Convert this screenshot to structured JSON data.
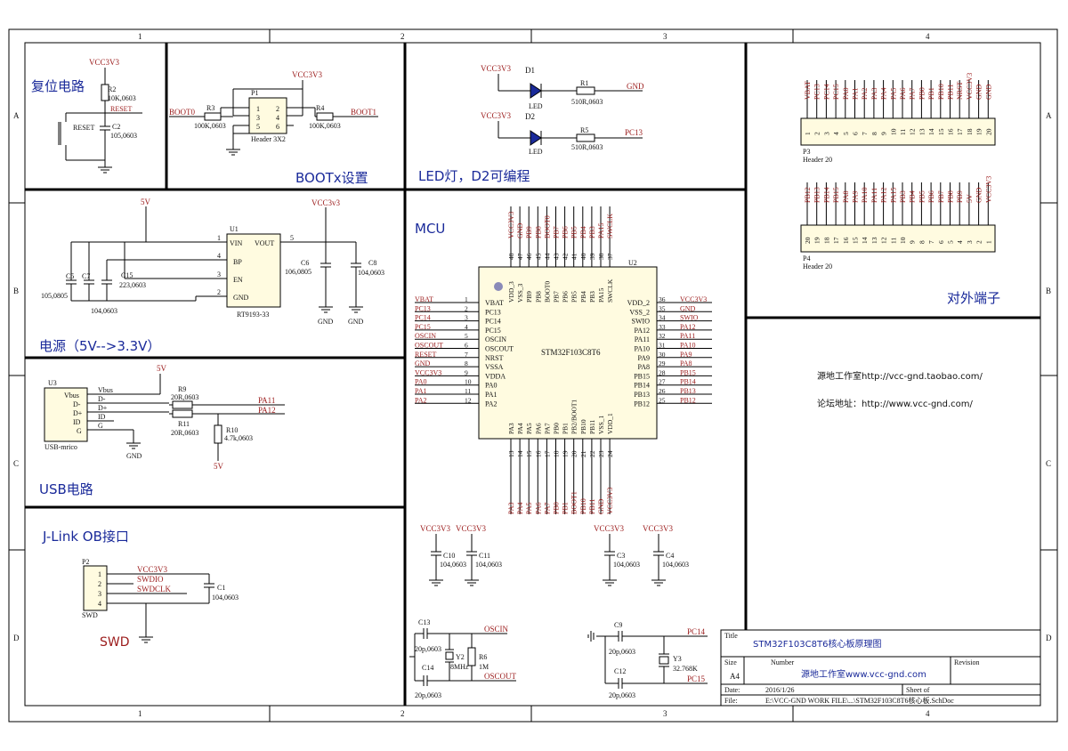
{
  "frame": {
    "columns": [
      "1",
      "2",
      "3",
      "4"
    ],
    "rows": [
      "A",
      "B",
      "C",
      "D"
    ]
  },
  "sections": {
    "reset": "复位电路",
    "boot": "BOOTx设置",
    "led": "LED灯，D2可编程",
    "mcu": "MCU",
    "power": "电源（5V-->3.3V）",
    "usb": "USB电路",
    "jlink": "J-Link OB接口",
    "ext": "对外端子"
  },
  "reset": {
    "vcc": "VCC3V3",
    "r": "R2",
    "rv": "10K,0603",
    "net": "RESET",
    "btn": "RESET",
    "c": "C2",
    "cv": "105,0603"
  },
  "boot": {
    "vcc": "VCC3V3",
    "p1": "P1",
    "p1v": "Header 3X2",
    "pins": [
      "1",
      "2",
      "3",
      "4",
      "5",
      "6"
    ],
    "r3": "R3",
    "r3v": "100K,0603",
    "r4": "R4",
    "r4v": "100K,0603",
    "boot0": "BOOT0",
    "boot1": "BOOT1"
  },
  "led": {
    "vcc1": "VCC3V3",
    "d1": "D1",
    "l1": "LED",
    "r1": "R1",
    "r1v": "510R,0603",
    "gnd": "GND",
    "vcc2": "VCC3V3",
    "d2": "D2",
    "l2": "LED",
    "r5": "R5",
    "r5v": "510R,0603",
    "pc13": "PC13"
  },
  "power": {
    "in": "5V",
    "out": "VCC3v3",
    "u1": "U1",
    "u1v": "RT9193-33",
    "pins": [
      "VIN",
      "VOUT",
      "BP",
      "EN",
      "GND"
    ],
    "pnum": [
      "1",
      "5",
      "4",
      "3",
      "2"
    ],
    "c5": "C5",
    "c5v": "105,0805",
    "c7": "C7",
    "c7v": "104,0603",
    "c15": "C15",
    "c15v": "223,0603",
    "c6": "C6",
    "c6v": "106,0805",
    "c8": "C8",
    "c8v": "104,0603",
    "gnd": "GND"
  },
  "usb": {
    "u3": "U3",
    "u3v": "USB-mrico",
    "pins": [
      "Vbus",
      "D-",
      "D+",
      "ID",
      "G"
    ],
    "net": [
      "Vbus",
      "D-",
      "D+",
      "ID",
      "G"
    ],
    "p5v": "5V",
    "r9": "R9",
    "r9v": "20R,0603",
    "r11": "R11",
    "r11v": "20R,0603",
    "r10": "R10",
    "r10v": "4.7k,0603",
    "pa11": "PA11",
    "pa12": "PA12",
    "gnd": "GND",
    "p5v2": "5V"
  },
  "jlink": {
    "p2": "P2",
    "p2v": "SWD",
    "pins": [
      "1",
      "2",
      "3",
      "4"
    ],
    "n1": "VCC3V3",
    "n2": "SWDIO",
    "n3": "SWDCLK",
    "c1": "C1",
    "c1v": "104,0603",
    "swd": "SWD"
  },
  "mcu": {
    "u2": "U2",
    "name": "STM32F103C8T6",
    "left_nets": [
      "VBAT",
      "PC13",
      "PC14",
      "PC15",
      "OSCIN",
      "OSCOUT",
      "RESET",
      "GND",
      "VCC3V3",
      "PA0",
      "PA1",
      "PA2"
    ],
    "left_pins": [
      "VBAT",
      "PC13",
      "PC14",
      "PC15",
      "OSCIN",
      "OSCOUT",
      "NRST",
      "VSSA",
      "VDDA",
      "PA0",
      "PA1",
      "PA2"
    ],
    "left_num": [
      "1",
      "2",
      "3",
      "4",
      "5",
      "6",
      "7",
      "8",
      "9",
      "10",
      "11",
      "12"
    ],
    "right_nets": [
      "VCC3V3",
      "GND",
      "SWIO",
      "PA12",
      "PA11",
      "PA10",
      "PA9",
      "PA8",
      "PB15",
      "PB14",
      "PB13",
      "PB12"
    ],
    "right_pins": [
      "VDD_2",
      "VSS_2",
      "SWIO",
      "PA12",
      "PA11",
      "PA10",
      "PA9",
      "PA8",
      "PB15",
      "PB14",
      "PB13",
      "PB12"
    ],
    "right_num": [
      "36",
      "35",
      "34",
      "33",
      "32",
      "31",
      "30",
      "29",
      "28",
      "27",
      "26",
      "25"
    ],
    "top_nets": [
      "VCC3V3",
      "GND",
      "PB9",
      "PB8",
      "BOOT0",
      "PB7",
      "PB6",
      "PB5",
      "PB4",
      "PB3",
      "PA15",
      "SWCLK"
    ],
    "top_pins": [
      "VDD_3",
      "VSS_3",
      "PB9",
      "PB8",
      "BOOT0",
      "PB7",
      "PB6",
      "PB5",
      "PB4",
      "PB3",
      "PA15",
      "SWCLK"
    ],
    "top_num": [
      "48",
      "47",
      "46",
      "45",
      "44",
      "43",
      "42",
      "41",
      "40",
      "39",
      "38",
      "37"
    ],
    "bot_nets": [
      "PA3",
      "PA4",
      "PA5",
      "PA6",
      "PA7",
      "PB0",
      "PB1",
      "BOOT1",
      "PB10",
      "PB11",
      "GND",
      "VCC3V3"
    ],
    "bot_pins": [
      "PA3",
      "PA4",
      "PA5",
      "PA6",
      "PA7",
      "PB0",
      "PB1",
      "PB2/BOOT1",
      "PB10",
      "PB11",
      "VSS_1",
      "VDD_1"
    ],
    "bot_num": [
      "13",
      "14",
      "15",
      "16",
      "17",
      "18",
      "19",
      "20",
      "21",
      "22",
      "23",
      "24"
    ]
  },
  "decap": {
    "vcc": "VCC3V3",
    "caps": [
      {
        "n": "C10",
        "v": "104,0603"
      },
      {
        "n": "C11",
        "v": "104,0603"
      },
      {
        "n": "C3",
        "v": "104,0603"
      },
      {
        "n": "C4",
        "v": "104,0603"
      }
    ]
  },
  "osc": {
    "c13": "C13",
    "c13v": "20p,0603",
    "c14": "C14",
    "c14v": "20p,0603",
    "y2": "Y2",
    "y2v": "8MHz",
    "r6": "R6",
    "r6v": "1M",
    "oscin": "OSCIN",
    "oscout": "OSCOUT",
    "c9": "C9",
    "c9v": "20p,0603",
    "c12": "C12",
    "c12v": "20p,0603",
    "y3": "Y3",
    "y3v": "32.768K",
    "pc14": "PC14",
    "pc15": "PC15"
  },
  "ext": {
    "p3": "P3",
    "p3v": "Header 20",
    "p3_nets": [
      "VBAT",
      "PC13",
      "PC14",
      "PC15",
      "PA0",
      "PA1",
      "PA2",
      "PA3",
      "PA4",
      "PA5",
      "PA6",
      "PA7",
      "PB0",
      "PB1",
      "PB10",
      "PB11",
      "NRST",
      "VCC3V3",
      "GND",
      "GND"
    ],
    "p4": "P4",
    "p4v": "Header 20",
    "p4_nets": [
      "PB12",
      "PB13",
      "PB14",
      "PB15",
      "PA8",
      "PA9",
      "PA10",
      "PA11",
      "PA12",
      "PA15",
      "PB3",
      "PB4",
      "PB5",
      "PB6",
      "PB7",
      "PB8",
      "PB9",
      "5V",
      "GND",
      "VCC3V3"
    ],
    "p4_nums": [
      "20",
      "19",
      "18",
      "17",
      "16",
      "15",
      "14",
      "13",
      "12",
      "11",
      "10",
      "9",
      "8",
      "7",
      "6",
      "5",
      "4",
      "3",
      "2",
      "1"
    ]
  },
  "info": {
    "l1": "源地工作室http://vcc-gnd.taobao.com/",
    "l2": "论坛地址：http://www.vcc-gnd.com/"
  },
  "title_block": {
    "title_lbl": "Title",
    "title": "STM32F103C8T6核心板原理图",
    "size_lbl": "Size",
    "size": "A4",
    "num_lbl": "Number",
    "num": "源地工作室www.vcc-gnd.com",
    "rev_lbl": "Revision",
    "date_lbl": "Date:",
    "date": "2016/1/26",
    "sheet_lbl": "Sheet   of",
    "file_lbl": "File:",
    "file": "E:\\VCC-GND WORK FILE\\...\\STM32F103C8T6核心板.SchDoc"
  }
}
